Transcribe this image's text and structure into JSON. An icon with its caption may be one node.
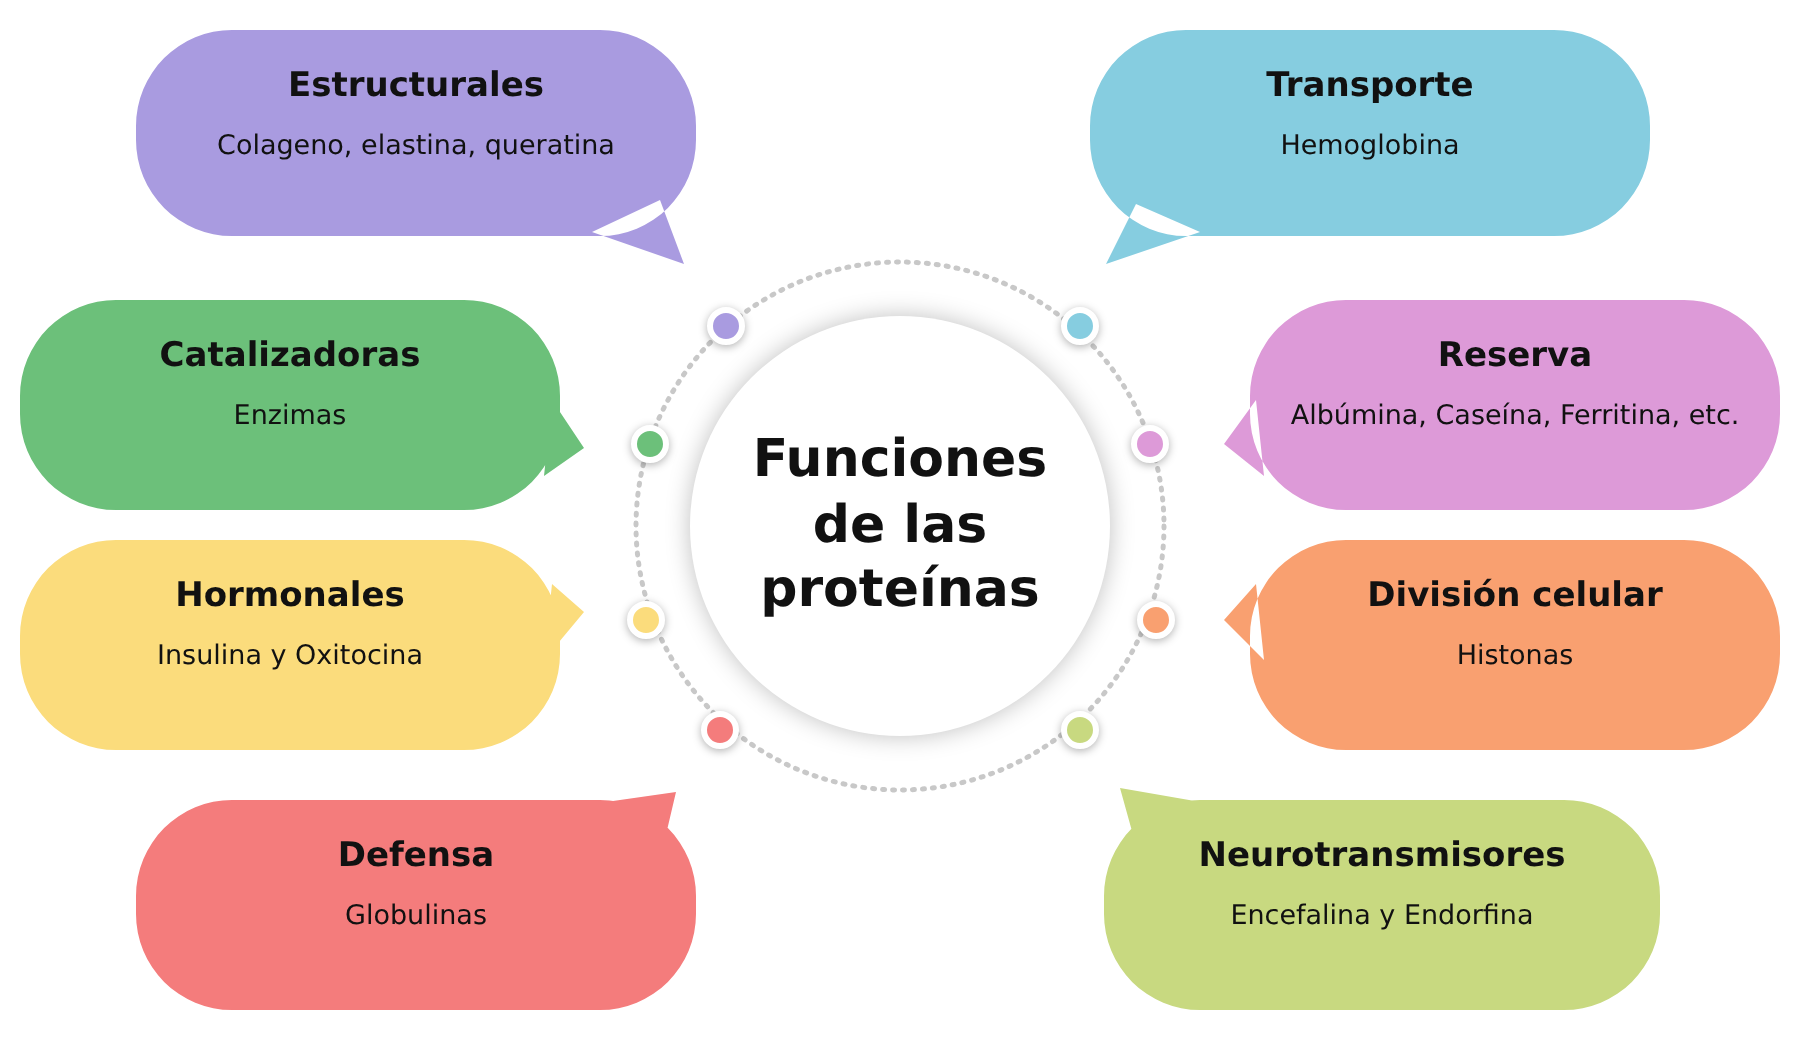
{
  "diagram": {
    "nodes": [
      {
        "text": [
          "Funciones de las proteínas"
        ]
      },
      {
        "text": [
          "Estructurales",
          "Colageno, elastina, queratina"
        ]
      },
      {
        "text": [
          "Transporte",
          "Hemoglobina"
        ]
      },
      {
        "text": [
          "Catalizadoras",
          "Enzimas"
        ]
      },
      {
        "text": [
          "Reserva",
          "Albúmina, Caseína, Ferritina, etc."
        ]
      },
      {
        "text": [
          "Hormonales",
          "Insulina y Oxitocina"
        ]
      },
      {
        "text": [
          "División celular",
          "Histonas"
        ]
      },
      {
        "text": [
          "Defensa",
          "Globulinas"
        ]
      },
      {
        "text": [
          "Neurotransmisores",
          "Encefalina  y Endorfina"
        ]
      }
    ]
  }
}
